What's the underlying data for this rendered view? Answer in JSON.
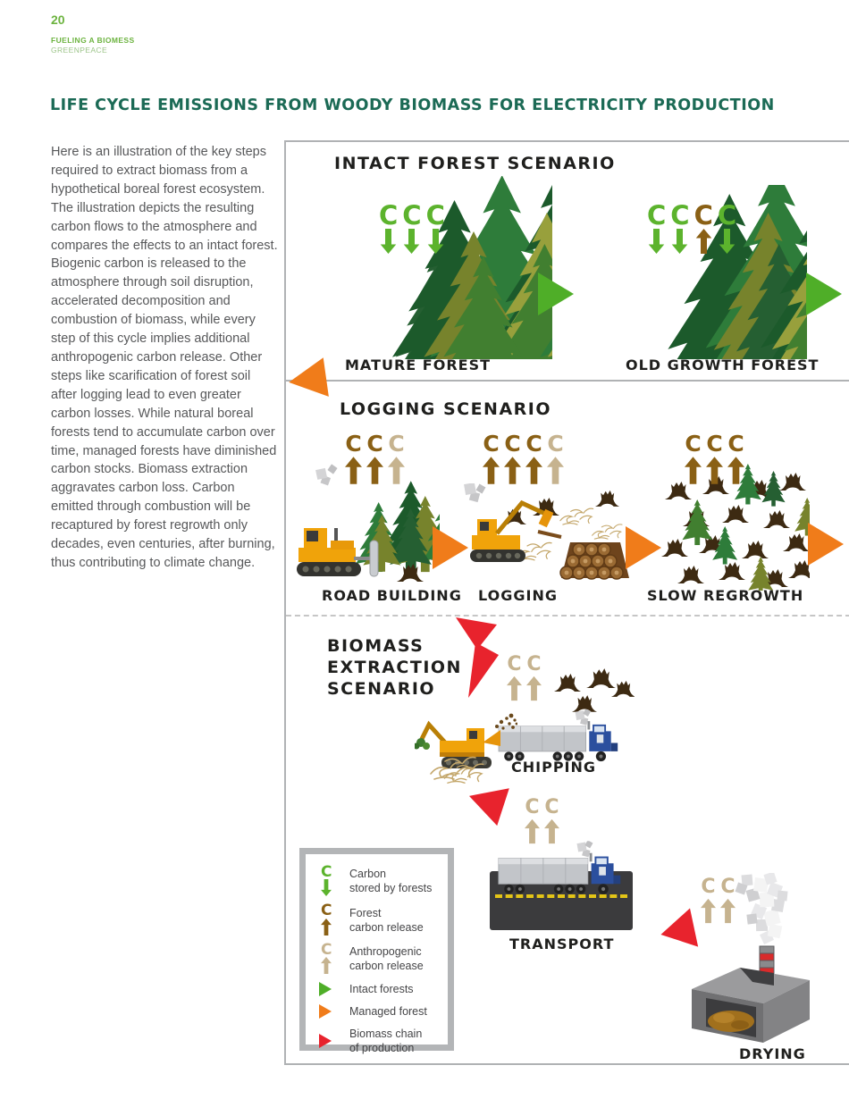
{
  "page": {
    "number": "20",
    "report_title": "FUELING A BIOMESS",
    "publisher": "GREENPEACE",
    "title": "LIFE CYCLE EMISSIONS FROM WOODY BIOMASS FOR ELECTRICITY PRODUCTION",
    "body_text": "Here is an illustration of the key steps required to extract biomass from a hypothetical boreal forest ecosystem. The illustration depicts the resulting carbon flows to the atmosphere and compares the effects to an intact forest. Biogenic carbon is released to the atmosphere through soil disruption, accelerated decomposition and combustion of biomass, while every step of this cycle implies additional anthropogenic carbon release. Other steps like scarification of forest soil after logging lead to even greater carbon losses. While natural boreal forests tend to accumulate carbon over time, managed forests have diminished carbon stocks. Biomass extraction aggravates carbon loss. Carbon emitted through combustion will be recaptured by forest regrowth only decades, even centuries, after burning, thus contributing to climate change."
  },
  "carbon_letter": "C",
  "colors": {
    "header_green": "#6cb33f",
    "title_green": "#1b6a55",
    "stored": "#5cb32d",
    "forest": "#8a6015",
    "anthropogenic": "#c6b38f",
    "intact_flow": "#4fae28",
    "managed_flow": "#f07c1a",
    "biomass_flow": "#e8232d"
  },
  "icons": {
    "carbon-stored-icon": "letter C with downward arrow",
    "carbon-forest-icon": "letter C with upward arrow",
    "carbon-anthropogenic-icon": "letter C with upward arrow",
    "intact-flow-icon": "green right-pointing triangle",
    "managed-flow-icon": "orange triangle",
    "biomass-flow-icon": "red triangle"
  },
  "scenarios": {
    "intact": {
      "title": "INTACT FOREST SCENARIO",
      "stages": [
        {
          "label": "MATURE FOREST",
          "carbon": [
            "stored",
            "stored",
            "stored"
          ]
        },
        {
          "label": "OLD GROWTH FOREST",
          "carbon": [
            "stored",
            "stored",
            "forest",
            "stored"
          ]
        }
      ]
    },
    "logging": {
      "title": "LOGGING SCENARIO",
      "stages": [
        {
          "label": "ROAD BUILDING",
          "carbon": [
            "forest",
            "forest",
            "anthropogenic"
          ]
        },
        {
          "label": "LOGGING",
          "carbon": [
            "forest",
            "forest",
            "forest",
            "anthropogenic"
          ]
        },
        {
          "label": "SLOW REGROWTH",
          "carbon": [
            "forest",
            "forest",
            "forest"
          ]
        }
      ]
    },
    "biomass": {
      "title": "BIOMASS\nEXTRACTION\nSCENARIO",
      "stages": [
        {
          "label": "CHIPPING",
          "carbon": [
            "anthropogenic",
            "anthropogenic"
          ]
        },
        {
          "label": "TRANSPORT",
          "carbon": [
            "anthropogenic",
            "anthropogenic"
          ]
        },
        {
          "label": "DRYING",
          "carbon": [
            "anthropogenic",
            "anthropogenic"
          ]
        }
      ]
    }
  },
  "legend": {
    "items": [
      {
        "type": "stored",
        "label": "Carbon\nstored by forests"
      },
      {
        "type": "forest",
        "label": "Forest\ncarbon release"
      },
      {
        "type": "anthropogenic",
        "label": "Anthropogenic\ncarbon release"
      },
      {
        "type": "intact_flow",
        "label": "Intact forests"
      },
      {
        "type": "managed_flow",
        "label": "Managed forest"
      },
      {
        "type": "biomass_flow",
        "label": "Biomass chain\nof production"
      }
    ]
  }
}
